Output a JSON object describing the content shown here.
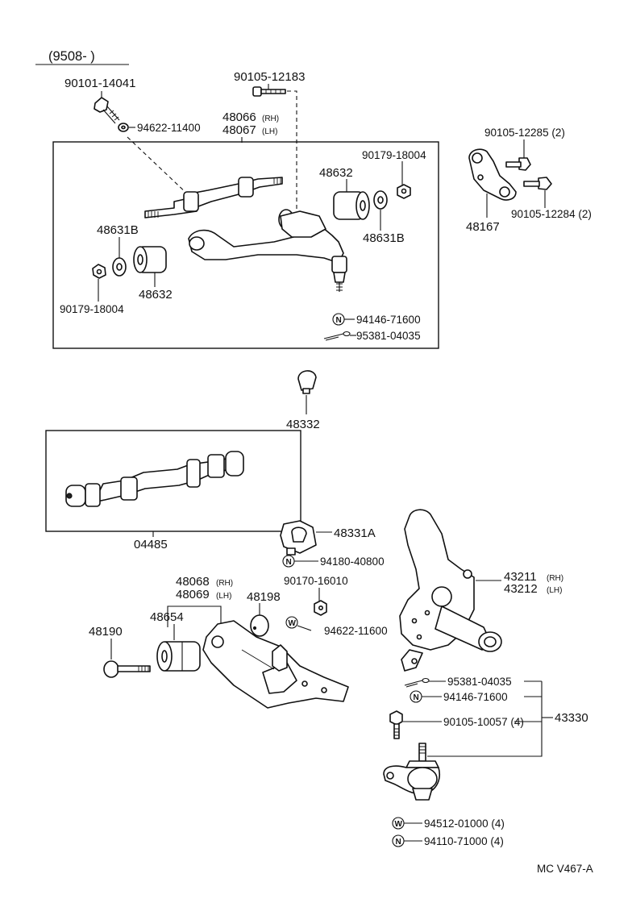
{
  "header": {
    "date_code": "(9508-      )"
  },
  "footer": {
    "figure_code": "MC  V467-A"
  },
  "callouts": {
    "upper_bolt": "90101-14041",
    "upper_washer": "94622-11400",
    "upper_arm_bolt": "90105-12183",
    "upper_arm_rh": "48066",
    "upper_arm_lh": "48067",
    "rh": "(RH)",
    "lh": "(LH)",
    "nut_top": "90179-18004",
    "bushing_right": "48632",
    "stopper_right": "48631B",
    "stopper_left": "48631B",
    "bushing_left": "48632",
    "nut_left": "90179-18004",
    "upper_nut": "94146-71600",
    "upper_cotter": "95381-04035",
    "bracket_bolt_a": "90105-12285 (2)",
    "bracket_bolt_b": "90105-12284 (2)",
    "bracket": "48167",
    "bumper": "48332",
    "shaft_kit": "04485",
    "lower_stopper": "48331A",
    "stopper_nut": "94180-40800",
    "lower_arm_rh": "48068",
    "lower_arm_lh": "48069",
    "lower_nut": "90170-16010",
    "lower_washer": "94622-11600",
    "lower_stopper_pad": "48198",
    "lower_bushing": "48654",
    "lower_bolt": "48190",
    "knuckle_rh": "43211",
    "knuckle_lh": "43212",
    "ball_cotter": "95381-04035",
    "ball_nut": "94146-71600",
    "ball_bolt": "90105-10057 (4)",
    "ball_joint": "43330",
    "ball_washer": "94512-01000 (4)",
    "ball_nut2": "94110-71000 (4)"
  },
  "icons": {
    "nut_marker": "N",
    "washer_marker": "W"
  }
}
